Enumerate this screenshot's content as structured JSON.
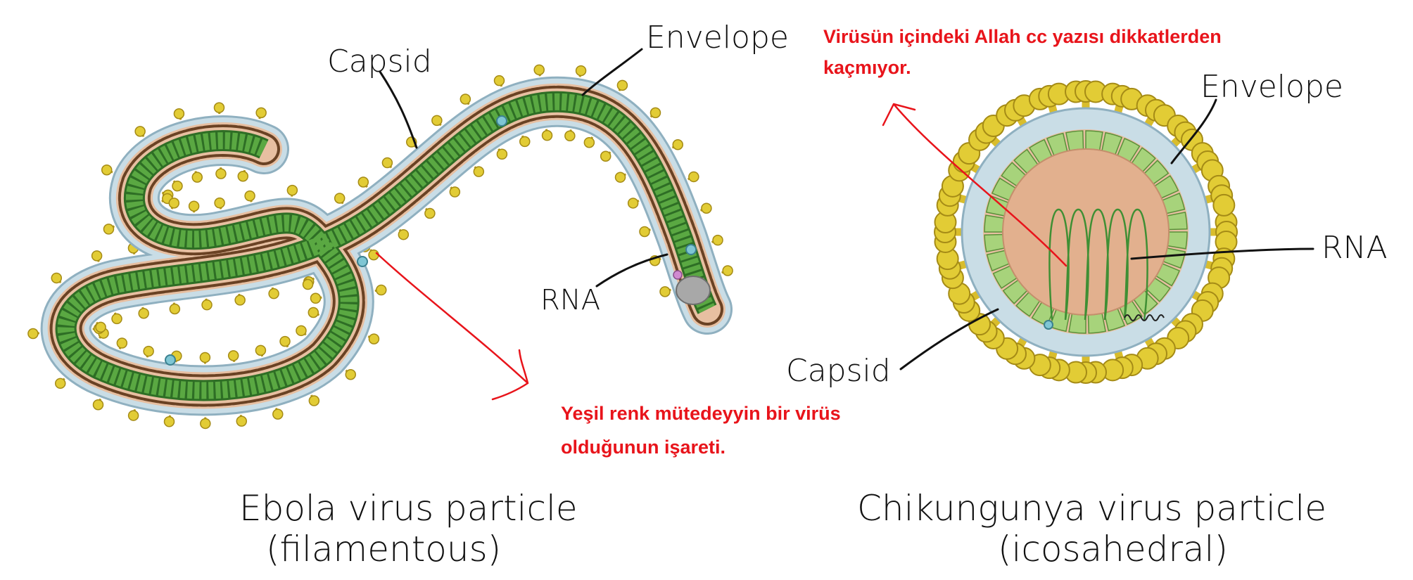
{
  "ebola": {
    "label_capsid": "Capsid",
    "label_envelope": "Envelope",
    "label_rna": "RNA",
    "caption_line1": "Ebola virus particle",
    "caption_line2": "(filamentous)"
  },
  "chikungunya": {
    "label_envelope": "Envelope",
    "label_rna": "RNA",
    "label_capsid": "Capsid",
    "caption_line1": "Chikungunya virus particle",
    "caption_line2": "(icosahedral)"
  },
  "annotations": {
    "top_line1": "Virüsün içindeki Allah cc yazısı dikkatlerden",
    "top_line2": "kaçmıyor.",
    "middle_line1": "Yeşil renk mütedeyyin bir virüs",
    "middle_line2": "olduğunun işareti."
  },
  "colors": {
    "envelope": "#c9dde6",
    "envelope_edge": "#8fb0c0",
    "tan": "#e7bfa1",
    "brown_beads": "#7a4f2b",
    "green": "#4f9a3a",
    "green_dark": "#2e6e25",
    "spike": "#e2cc35",
    "light_green": "#a7d37b",
    "annotation_red": "#e8141b"
  }
}
